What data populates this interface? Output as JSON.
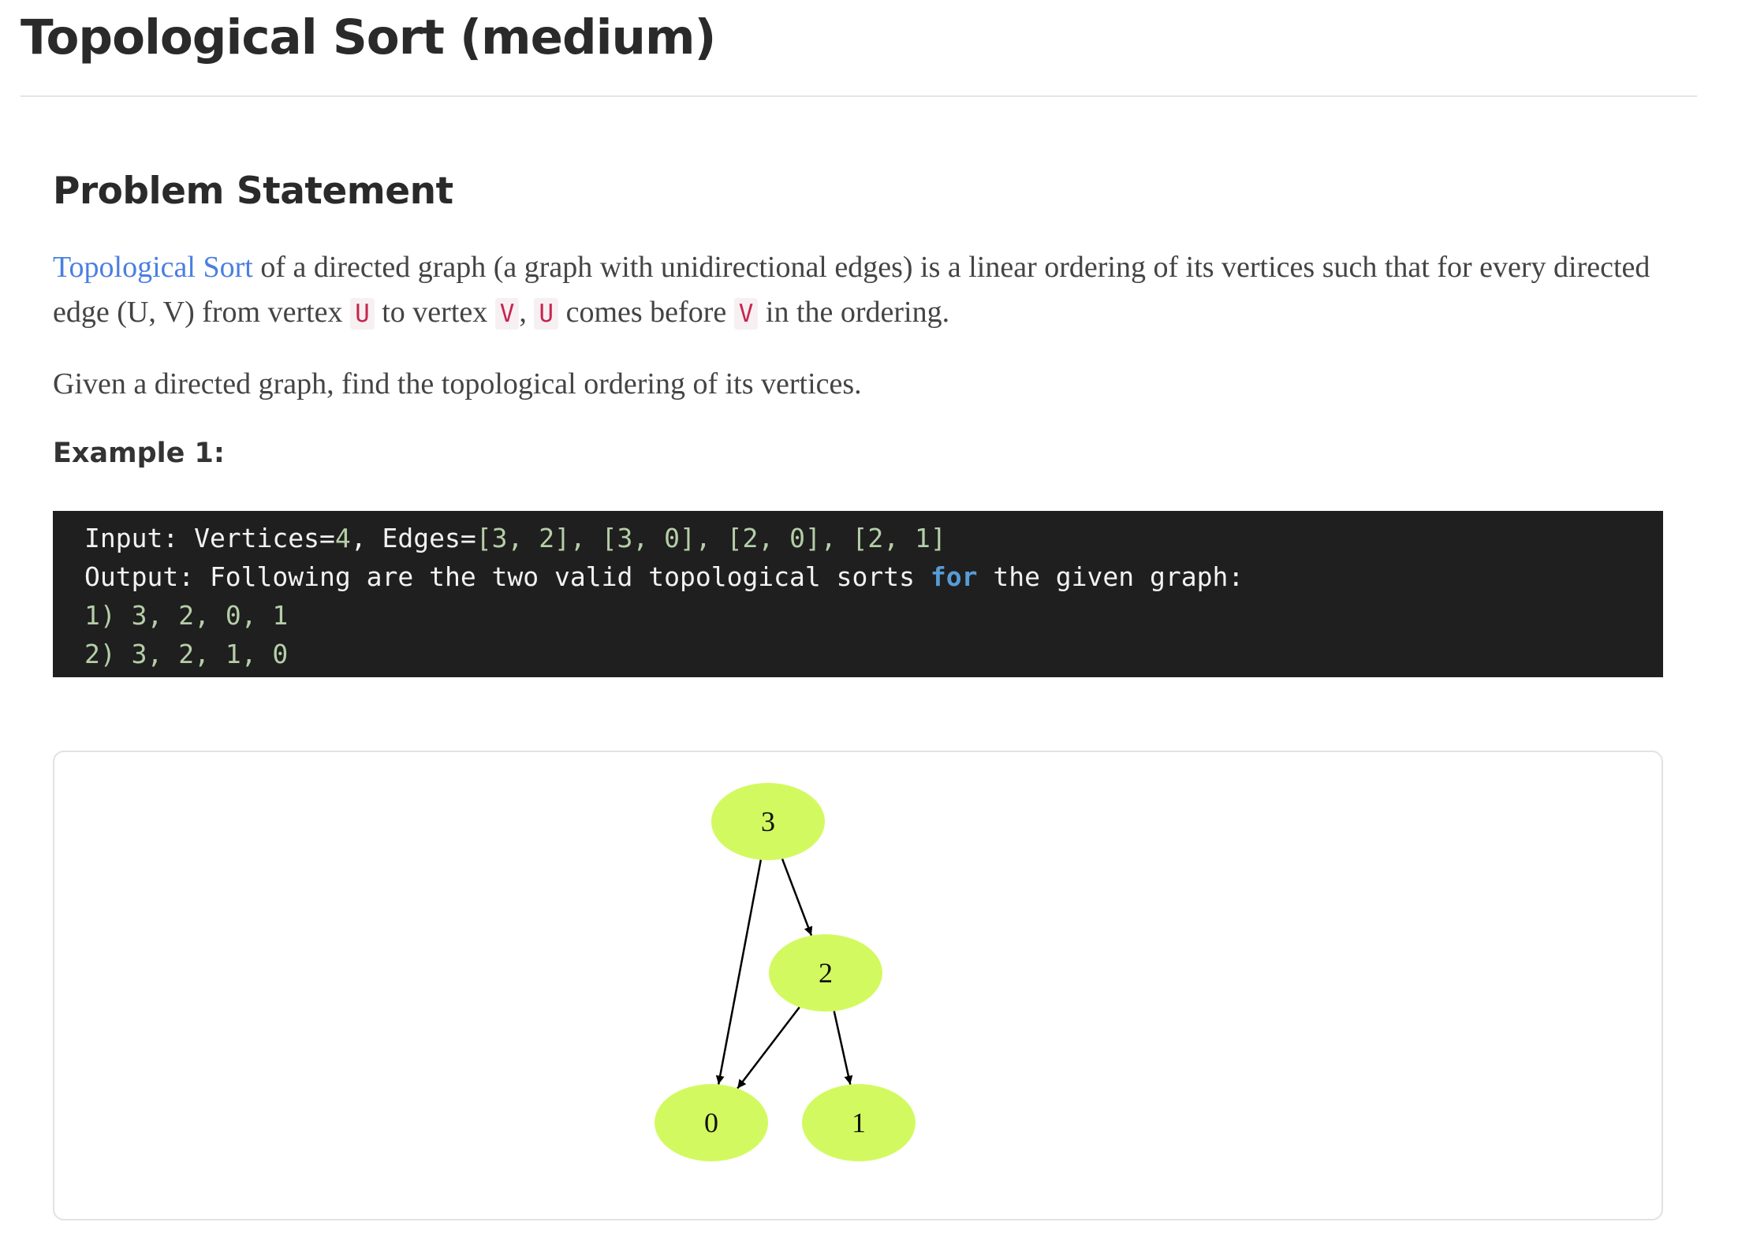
{
  "page": {
    "title": "Topological Sort (medium)",
    "section_heading": "Problem Statement",
    "intro": {
      "link_text": "Topological Sort",
      "text_1": " of a directed graph (a graph with unidirectional edges) is a linear ordering of its vertices such that for every directed edge (U, V) from vertex ",
      "code_u1": "U",
      "text_2": " to vertex ",
      "code_v1": "V",
      "text_3": ", ",
      "code_u2": "U",
      "text_4": " comes before ",
      "code_v2": "V",
      "text_5": " in the ordering."
    },
    "task": "Given a directed graph, find the topological ordering of its vertices.",
    "example_heading": "Example 1:",
    "code": {
      "line1_label": "Input: Vertices=",
      "line1_vertices": "4",
      "line1_edges_label": ", Edges=",
      "line1_edges": "[3, 2], [3, 0], [2, 0], [2, 1]",
      "line2_a": "Output: Following are the two valid topological sorts ",
      "line2_kw": "for",
      "line2_b": " the given graph:",
      "line3_prefix": "1) ",
      "line3_values": "3, 2, 0, 1",
      "line4_prefix": "2) ",
      "line4_values": "3, 2, 1, 0"
    }
  },
  "graph": {
    "node_color": "#d2fa60",
    "edge_color": "#000000",
    "nodes": [
      {
        "id": "3",
        "label": "3"
      },
      {
        "id": "2",
        "label": "2"
      },
      {
        "id": "0",
        "label": "0"
      },
      {
        "id": "1",
        "label": "1"
      }
    ],
    "edges": [
      {
        "from": "3",
        "to": "2"
      },
      {
        "from": "3",
        "to": "0"
      },
      {
        "from": "2",
        "to": "0"
      },
      {
        "from": "2",
        "to": "1"
      }
    ]
  }
}
